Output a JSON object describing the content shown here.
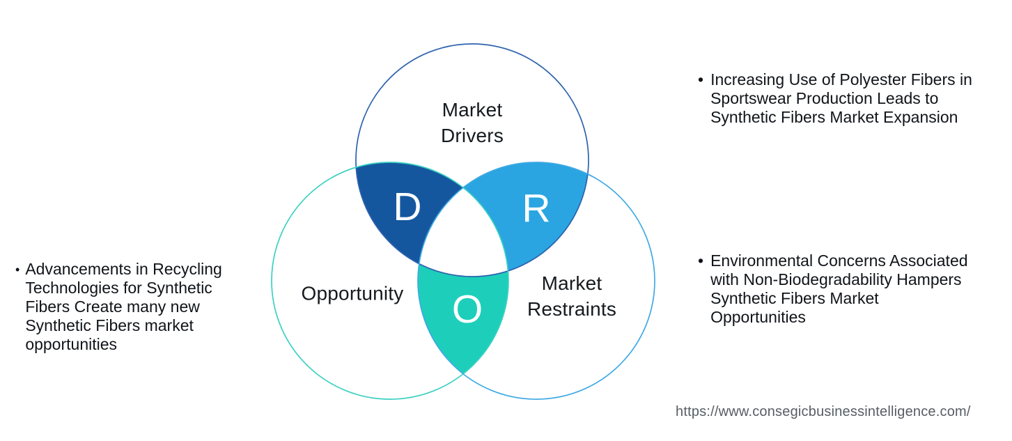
{
  "diagram": {
    "title_implicit": "DRO analysis venn",
    "circles": {
      "drivers": {
        "label": "Market\nDrivers",
        "letter": "D",
        "stroke_color": "#2c62ae",
        "lens_color": "#15579f"
      },
      "opportunity": {
        "label": "Opportunity",
        "letter": "O",
        "stroke_color": "#3bd1c1",
        "lens_color": "#1dcfba"
      },
      "restraints": {
        "label": "Market\nRestraints",
        "letter": "R",
        "stroke_color": "#3fa9e4",
        "lens_color": "#2aa5e1"
      }
    },
    "letter_color": "#ffffff"
  },
  "annotations": {
    "left": {
      "bullet": "•",
      "text": "Advancements in Recycling\nTechnologies for Synthetic\nFibers Create many new\nSynthetic Fibers market\nopportunities"
    },
    "top_right": {
      "bullet": "•",
      "text": "Increasing Use of Polyester Fibers in\nSportswear Production Leads to\nSynthetic Fibers Market Expansion"
    },
    "bottom_right": {
      "bullet": "•",
      "text": "Environmental Concerns Associated\nwith Non-Biodegradability Hampers\nSynthetic Fibers Market\nOpportunities"
    }
  },
  "footer": {
    "url": "https://www.consegicbusinessintelligence.com/"
  }
}
